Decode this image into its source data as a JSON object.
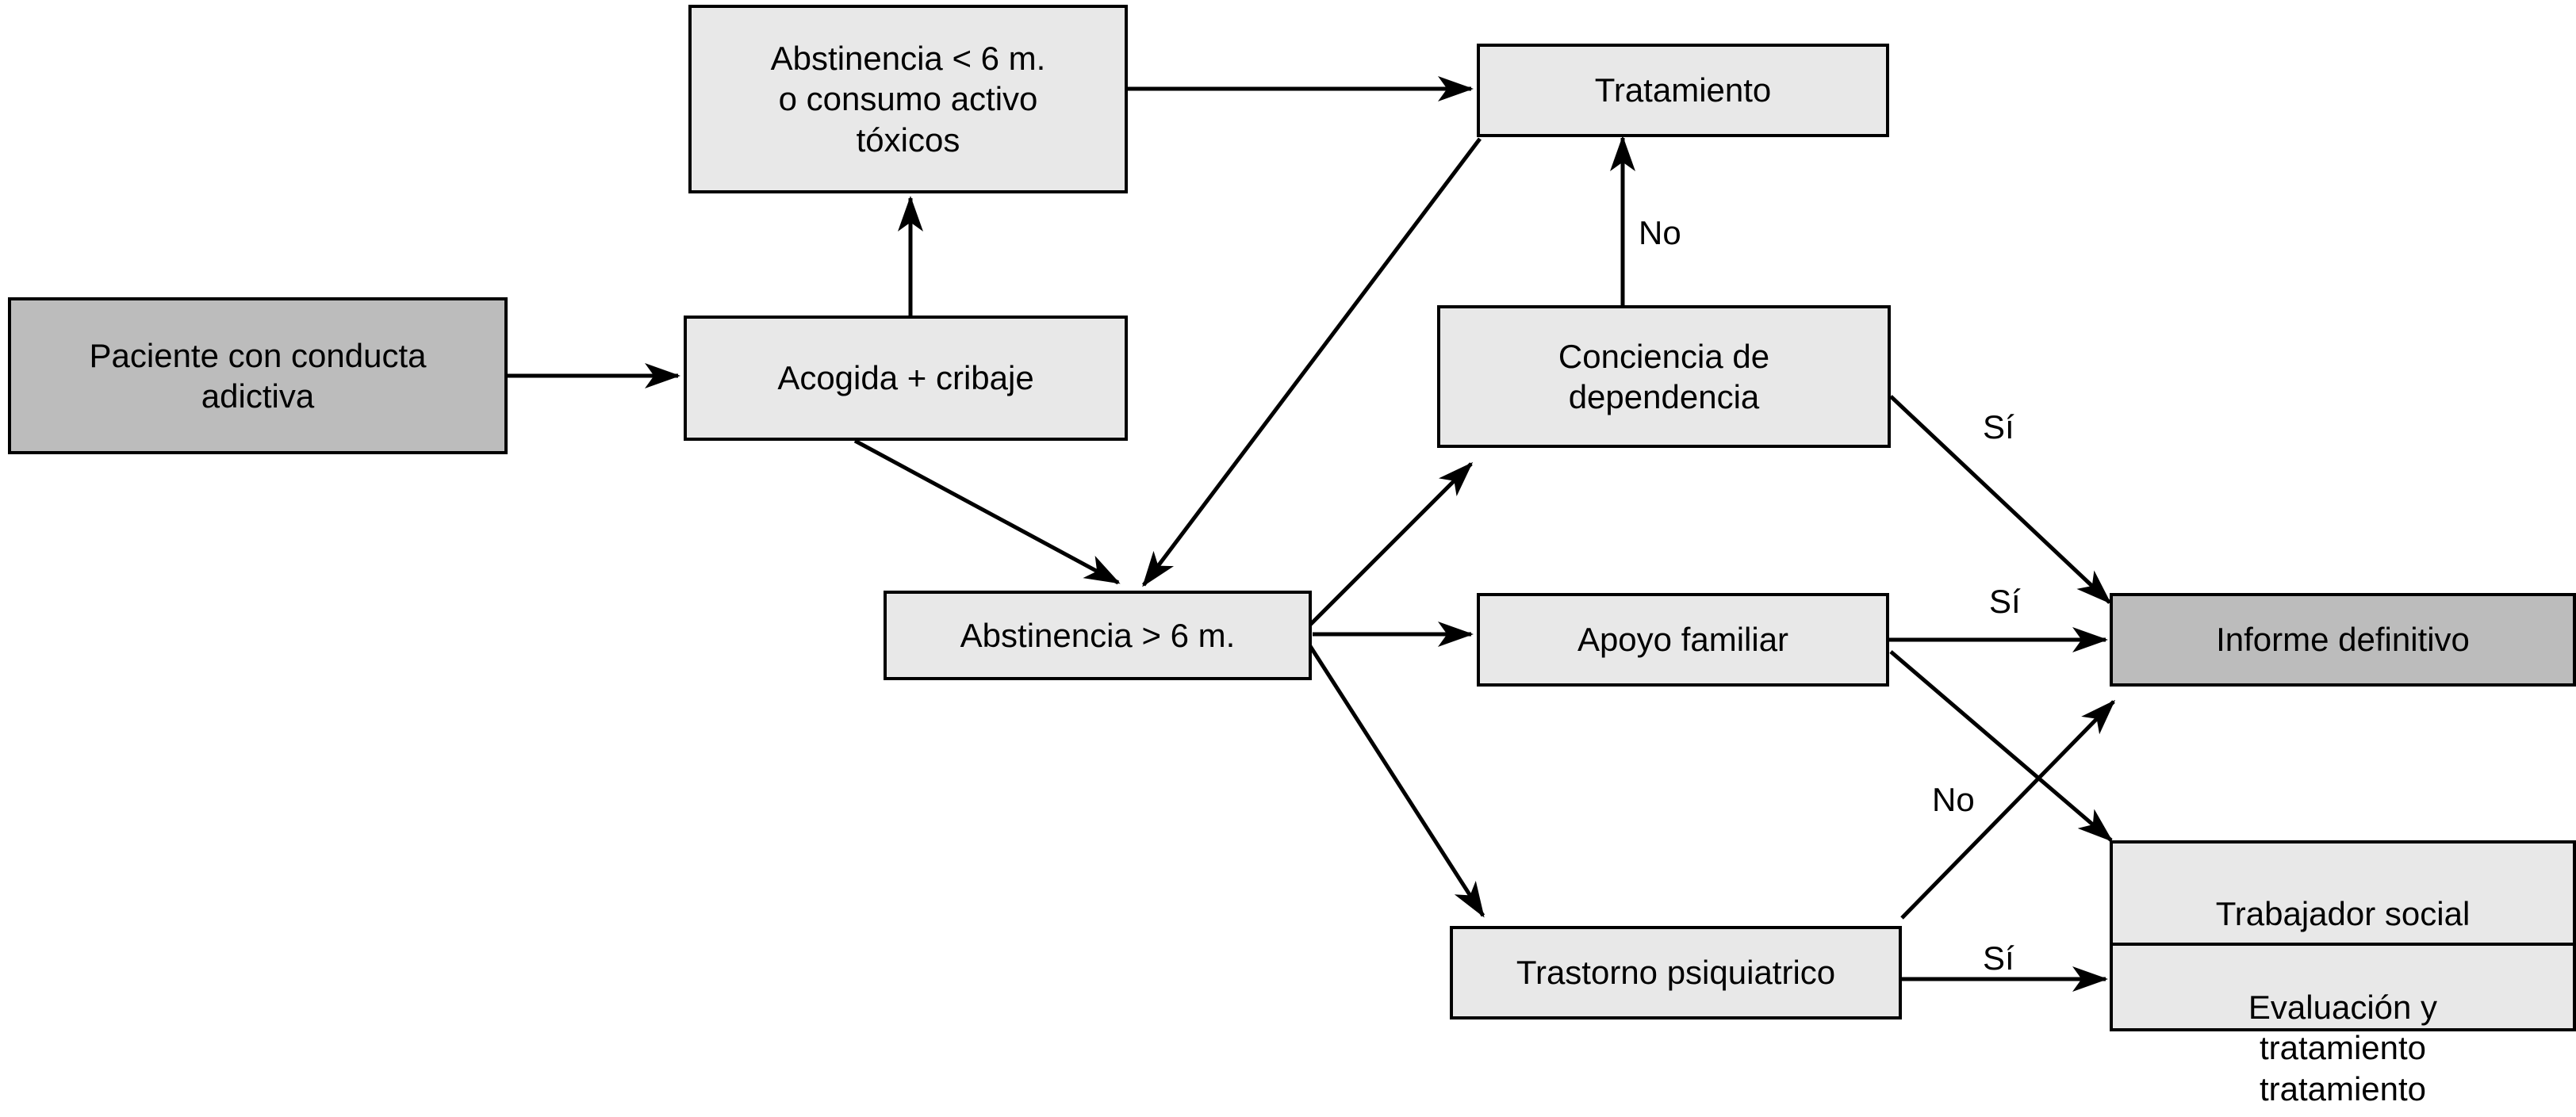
{
  "diagram": {
    "title": "Flujo de atencion a paciente con conducta adictiva",
    "colors": {
      "node_fill_light": "#e8e8e8",
      "node_fill_dark": "#bcbcbc",
      "stroke": "#000000",
      "background": "#ffffff"
    },
    "nodes": [
      {
        "id": "paciente",
        "label": "Paciente con conducta\nadictiva",
        "style": "dark"
      },
      {
        "id": "abstinencia_menor",
        "label": "Abstinencia < 6 m.\no consumo activo\ntóxicos",
        "style": "light"
      },
      {
        "id": "tratamiento",
        "label": "Tratamiento",
        "style": "light"
      },
      {
        "id": "acogida",
        "label": "Acogida + cribaje",
        "style": "light"
      },
      {
        "id": "conciencia",
        "label": "Conciencia de\ndependencia",
        "style": "light"
      },
      {
        "id": "abstinencia_mayor",
        "label": "Abstinencia > 6 m.",
        "style": "light"
      },
      {
        "id": "apoyo",
        "label": "Apoyo familiar",
        "style": "light"
      },
      {
        "id": "informe",
        "label": "Informe definitivo",
        "style": "dark"
      },
      {
        "id": "trastorno",
        "label": "Trastorno psiquiatrico",
        "style": "light"
      },
      {
        "id": "trabajador_head",
        "label": "Trabajador social",
        "style": "light"
      },
      {
        "id": "trabajador_body",
        "label": "Evaluación y\ntratamiento\ntratamiento",
        "style": "light"
      }
    ],
    "edge_labels": [
      {
        "id": "no_conciencia",
        "text": "No"
      },
      {
        "id": "si_conciencia",
        "text": "Sí"
      },
      {
        "id": "si_apoyo",
        "text": "Sí"
      },
      {
        "id": "no_apoyo",
        "text": "No"
      },
      {
        "id": "si_trastorno",
        "text": "Sí"
      }
    ],
    "edges": [
      {
        "from": "paciente",
        "to": "acogida",
        "label": ""
      },
      {
        "from": "acogida",
        "to": "abstinencia_menor",
        "label": ""
      },
      {
        "from": "acogida",
        "to": "abstinencia_mayor",
        "label": ""
      },
      {
        "from": "abstinencia_menor",
        "to": "tratamiento",
        "label": ""
      },
      {
        "from": "tratamiento",
        "to": "abstinencia_mayor",
        "label": ""
      },
      {
        "from": "abstinencia_mayor",
        "to": "conciencia",
        "label": ""
      },
      {
        "from": "abstinencia_mayor",
        "to": "apoyo",
        "label": ""
      },
      {
        "from": "abstinencia_mayor",
        "to": "trastorno",
        "label": ""
      },
      {
        "from": "conciencia",
        "to": "tratamiento",
        "label": "No"
      },
      {
        "from": "conciencia",
        "to": "informe",
        "label": "Sí"
      },
      {
        "from": "apoyo",
        "to": "informe",
        "label": "Sí"
      },
      {
        "from": "apoyo",
        "to": "trabajador_head",
        "label": "No"
      },
      {
        "from": "trastorno",
        "to": "informe",
        "label": "No"
      },
      {
        "from": "trastorno",
        "to": "trabajador_body",
        "label": "Sí"
      }
    ]
  }
}
